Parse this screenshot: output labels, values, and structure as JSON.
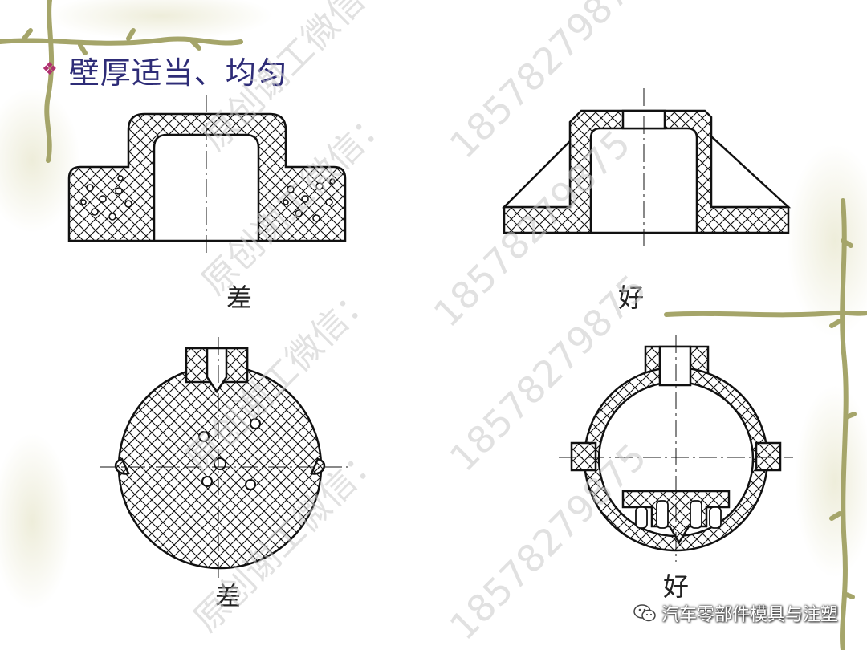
{
  "slide": {
    "bullet": "❖",
    "title": "壁厚适当、均匀"
  },
  "figures": [
    {
      "id": "top-left",
      "caption": "差"
    },
    {
      "id": "top-right",
      "caption": "好"
    },
    {
      "id": "bottom-left",
      "caption": "差"
    },
    {
      "id": "bottom-right",
      "caption": "好"
    }
  ],
  "watermark": {
    "text_cn": "原创谢工微信：",
    "text_num": "18578279875"
  },
  "badge": {
    "label": "汽车零部件模具与注塑"
  },
  "colors": {
    "title": "#2e2c77",
    "bullet": "#b03070",
    "vine": "#a5a56a",
    "line": "#111111"
  }
}
